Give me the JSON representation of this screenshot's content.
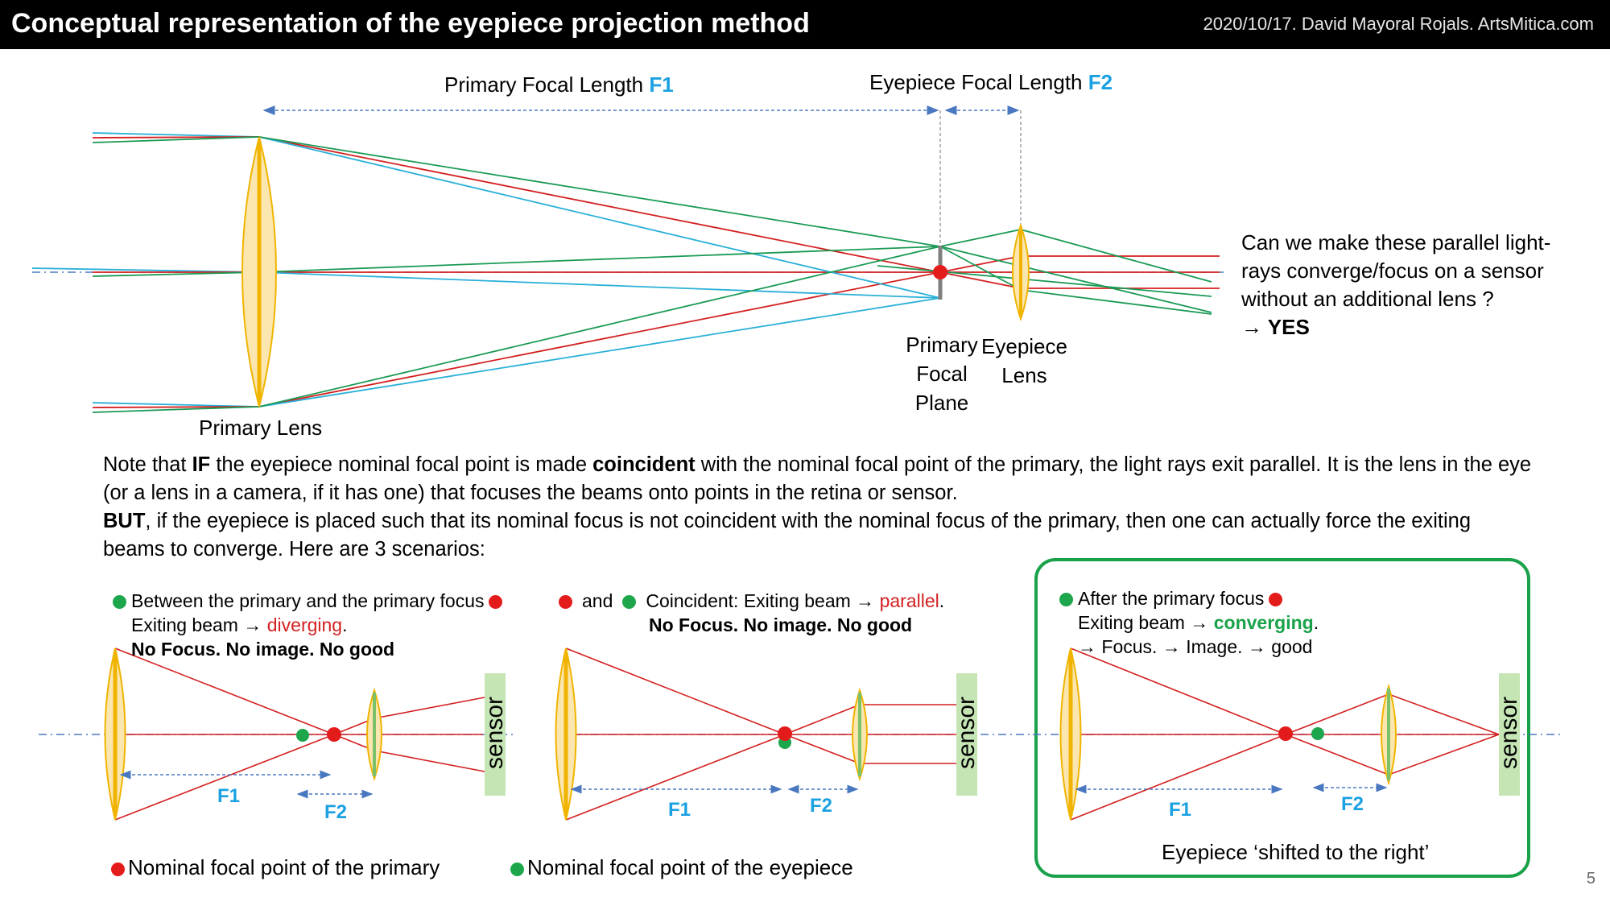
{
  "header": {
    "title": "Conceptual representation of the eyepiece projection method",
    "meta": "2020/10/17. David Mayoral Rojals. ArtsMitica.com"
  },
  "top_diagram": {
    "f1_label_text": "Primary Focal Length ",
    "f1_symbol": "F1",
    "f2_label_text": "Eyepiece Focal Length ",
    "f2_symbol": "F2",
    "primary_lens": "Primary Lens",
    "focal_plane_label": [
      "Primary",
      "Focal",
      "Plane"
    ],
    "eyepiece_label": [
      "Eyepiece",
      "Lens"
    ],
    "question": [
      "Can we make these parallel light-",
      "rays converge/focus on a sensor",
      "without an additional lens ?"
    ],
    "answer": "→ YES"
  },
  "note": {
    "line1_a": "Note that ",
    "line1_b": "IF",
    "line1_c": " the eyepiece nominal focal point is made ",
    "line1_d": "coincident",
    "line1_e": " with the nominal focal point of the primary, the light rays exit parallel. It is the lens in the eye (or a lens in a camera, if it has one) that focuses the beams onto points in the retina or sensor.",
    "line2_a": "BUT",
    "line2_b": ", if the eyepiece is placed such that its nominal focus is not coincident with the nominal focus of the primary, then one can actually force the exiting beams to converge. Here are 3 scenarios:"
  },
  "scenarios": [
    {
      "line1": "Between the primary and the primary focus",
      "line2_prefix": "Exiting beam → ",
      "line2_value": "diverging",
      "line2_suffix": ".",
      "line3": "No Focus. No image. No good",
      "f1": "F1",
      "f2": "F2",
      "sensor": "sensor"
    },
    {
      "line1_join": "and",
      "line1": "Coincident: Exiting beam → ",
      "line1_value": "parallel",
      "line1_suffix": ".",
      "line2": "No Focus. No image. No good",
      "f1": "F1",
      "f2": "F2",
      "sensor": "sensor"
    },
    {
      "line1": "After the primary focus",
      "line2_prefix": "Exiting beam → ",
      "line2_value": "converging",
      "line2_suffix": ".",
      "line3": "→ Focus. → Image. → good",
      "f1": "F1",
      "f2": "F2",
      "sensor": "sensor",
      "caption": "Eyepiece ‘shifted to the right’"
    }
  ],
  "legend": {
    "primary": "Nominal focal point of the primary",
    "eyepiece": "Nominal focal point of the eyepiece"
  },
  "page_number": "5",
  "colors": {
    "ray_red": "#d42020",
    "ray_green": "#1a9a55",
    "ray_blue": "#2ab0d8",
    "lens_fill": "#fbe6b0",
    "lens_edge": "#f0b400",
    "sensor_fill": "#c5e5b5",
    "accent_blue": "#1ba1e2",
    "box_green": "#1aa24a"
  }
}
